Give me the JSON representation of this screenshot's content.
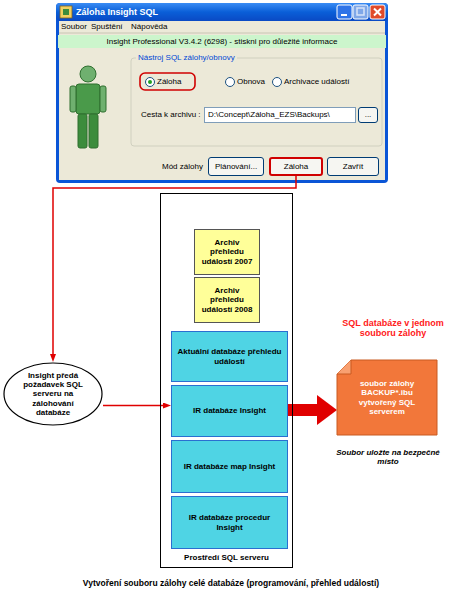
{
  "diagram": {
    "caption": "Vytvoření souboru zálohy celé databáze (programování, přehled událostí)",
    "nodes": [
      {
        "text": [
          "Záloha Insight SQL"
        ]
      },
      {
        "text": [
          "Insight Professional V3.4.2 (6298) - stiskni pro důležité informace"
        ],
        "in": 0
      },
      {
        "text": [
          "D:\\Concept\\Záloha_EZS\\Backups\\"
        ],
        "in": 0
      },
      {
        "text": [
          "..."
        ],
        "in": 0
      },
      {
        "text": [
          "Plánování..."
        ],
        "in": 0
      },
      {
        "text": [
          "Záloha"
        ],
        "in": 0
      },
      {
        "text": [
          "Zavřít"
        ],
        "in": 0
      },
      {
        "text": [
          "Prostředí SQL serveru"
        ]
      },
      {
        "text": [
          "Archiv přehledu událostí 2007"
        ],
        "in": 7
      },
      {
        "text": [
          "Archiv přehledu událostí 2008"
        ],
        "in": 7
      },
      {
        "text": [
          "Aktuální databáze přehledu událostí"
        ],
        "in": 7
      },
      {
        "text": [
          "IR databáze Insight"
        ],
        "in": 7
      },
      {
        "text": [
          "IR databáze map Insight"
        ],
        "in": 7
      },
      {
        "text": [
          "IR databáze procedur Insight"
        ],
        "in": 7
      },
      {
        "text": [
          "Insight předá požadavek SQL serveru na zálohování databáze"
        ]
      },
      {
        "text": [
          "soubor zálohy BACKUP*.ibu vytvořený SQL serverem"
        ]
      }
    ],
    "edges": [
      {
        "from": 5,
        "to": 14,
        "arrow": "to"
      },
      {
        "from": 14,
        "to": 11,
        "arrow": "to"
      },
      {
        "from": 11,
        "to": 15,
        "arrow": "to"
      }
    ],
    "labels": [
      "Soubor",
      "Spuštění",
      "Nápověda",
      "Nástroj SQL zálohy/obnovy",
      "Záloha",
      "Obnova",
      "Archivace událostí",
      "Cesta k archivu :",
      "Mód zálohy",
      "SQL databáze v jednom souboru zálohy",
      "Soubor uložte na bezpečné místo"
    ]
  }
}
